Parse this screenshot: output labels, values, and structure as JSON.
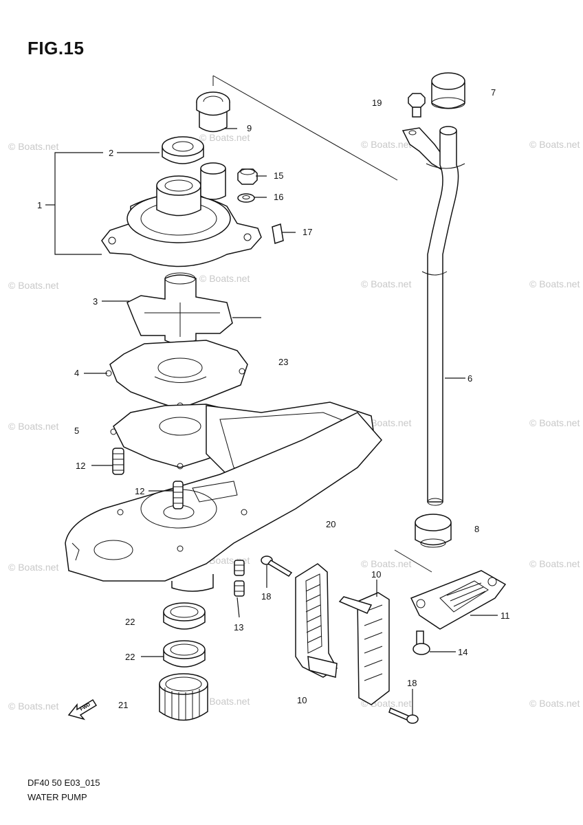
{
  "figure": {
    "title": "FIG.15",
    "code": "DF40 50 E03_015",
    "name": "WATER PUMP"
  },
  "watermark": "© Boats.net",
  "callouts": [
    {
      "id": "c1",
      "label": "1"
    },
    {
      "id": "c2",
      "label": "2"
    },
    {
      "id": "c3",
      "label": "3"
    },
    {
      "id": "c4",
      "label": "4"
    },
    {
      "id": "c5",
      "label": "5"
    },
    {
      "id": "c6",
      "label": "6"
    },
    {
      "id": "c7",
      "label": "7"
    },
    {
      "id": "c8",
      "label": "8"
    },
    {
      "id": "c9",
      "label": "9"
    },
    {
      "id": "c10a",
      "label": "10"
    },
    {
      "id": "c10b",
      "label": "10"
    },
    {
      "id": "c11",
      "label": "11"
    },
    {
      "id": "c12a",
      "label": "12"
    },
    {
      "id": "c12b",
      "label": "12"
    },
    {
      "id": "c13",
      "label": "13"
    },
    {
      "id": "c14",
      "label": "14"
    },
    {
      "id": "c15",
      "label": "15"
    },
    {
      "id": "c16",
      "label": "16"
    },
    {
      "id": "c17",
      "label": "17"
    },
    {
      "id": "c18a",
      "label": "18"
    },
    {
      "id": "c18b",
      "label": "18"
    },
    {
      "id": "c19",
      "label": "19"
    },
    {
      "id": "c20",
      "label": "20"
    },
    {
      "id": "c21",
      "label": "21"
    },
    {
      "id": "c22a",
      "label": "22"
    },
    {
      "id": "c22b",
      "label": "22"
    },
    {
      "id": "c23",
      "label": "23"
    }
  ],
  "fwd_arrow_label": "FWD"
}
